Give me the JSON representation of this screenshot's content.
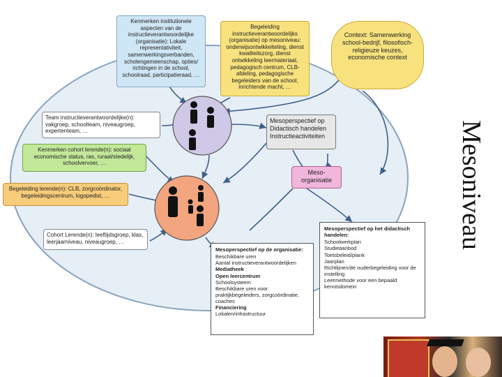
{
  "title": "Mesoniveau",
  "colors": {
    "ellipse_fill": "#e6eef6",
    "ellipse_stroke": "#8aa3bc",
    "circle_top": "#cfc8e6",
    "circle_bottom": "#f3a57f",
    "arrow": "#3f5f8a",
    "people": "#111111"
  },
  "boxes": {
    "kenmerken_institutionele": "Kenmerken institutionele aspecten van de instructieverantwoordelijke (organisatie): Lokale representativiteit, samenwerkingsverbanden, scholengemeenschap, opties/ richtingen in de school, schoolraad, participatieraad, …",
    "begeleiding_instructie": "Begeleiding instructieverantwoordelijks (organisatie) op mesoniveau: onderwijsontwikkelteling, dienst kwaliteitszorg, dienst ontwikkeling leermateriaal, pedagogisch centrum, CLB-afdeling, pedagogische begeleiders van de school, inrichtende macht, …",
    "context": "Context: Samenwerking school-bedrijf, filosofisch-religieuze keuzes, economische context",
    "team": "Team instructieverantwoordelijke(n): vakgroep, schoolteam, niveaugroep, expertenteam, …",
    "kenmerken_cohort": "Kenmerken cohort lerende(n): sociaal economische status, ras, ruraal/stedelijk, schoolvervoer, …",
    "begeleiding_lerende": "Begeleiding lerende(n): CLB, zorgcoördinator, begeleidingscentrum, logopedist, …",
    "cohort_lerende": "Cohort Lerende(n): leeftijdsgroep, klas, leerjaarniveau, niveaugroep, …",
    "mesoperspectief_didactisch": "Mesoperspectief op Didactisch handelen Instructieactiviteiten",
    "meso_organisatie": "Meso-organisatie"
  },
  "detail_organisatie": {
    "title": "Mesoperspectief op de organisatie:",
    "lines": [
      "Beschikbare uren",
      "Aantal instructieverantwoordelijken",
      "Mediatheek",
      "Open leercentrum",
      "Schoolsysteem",
      "Beschikbare uren voor praktijkbegeleiders, zorgcoördinatie, coaches",
      "Financiering",
      "Lokalen/infrastructuur"
    ]
  },
  "detail_didactisch": {
    "title": "Mesoperspectief op het didactisch handelen:",
    "lines": [
      "Schoolwerkplan",
      "Studieaanbod",
      "Toetsbeleid/plank",
      "Jaarplan",
      "Richtlijnen/de ouderbegeleiding voor de instelling",
      "Leermethode voor een bepaald kennisdomein"
    ]
  }
}
